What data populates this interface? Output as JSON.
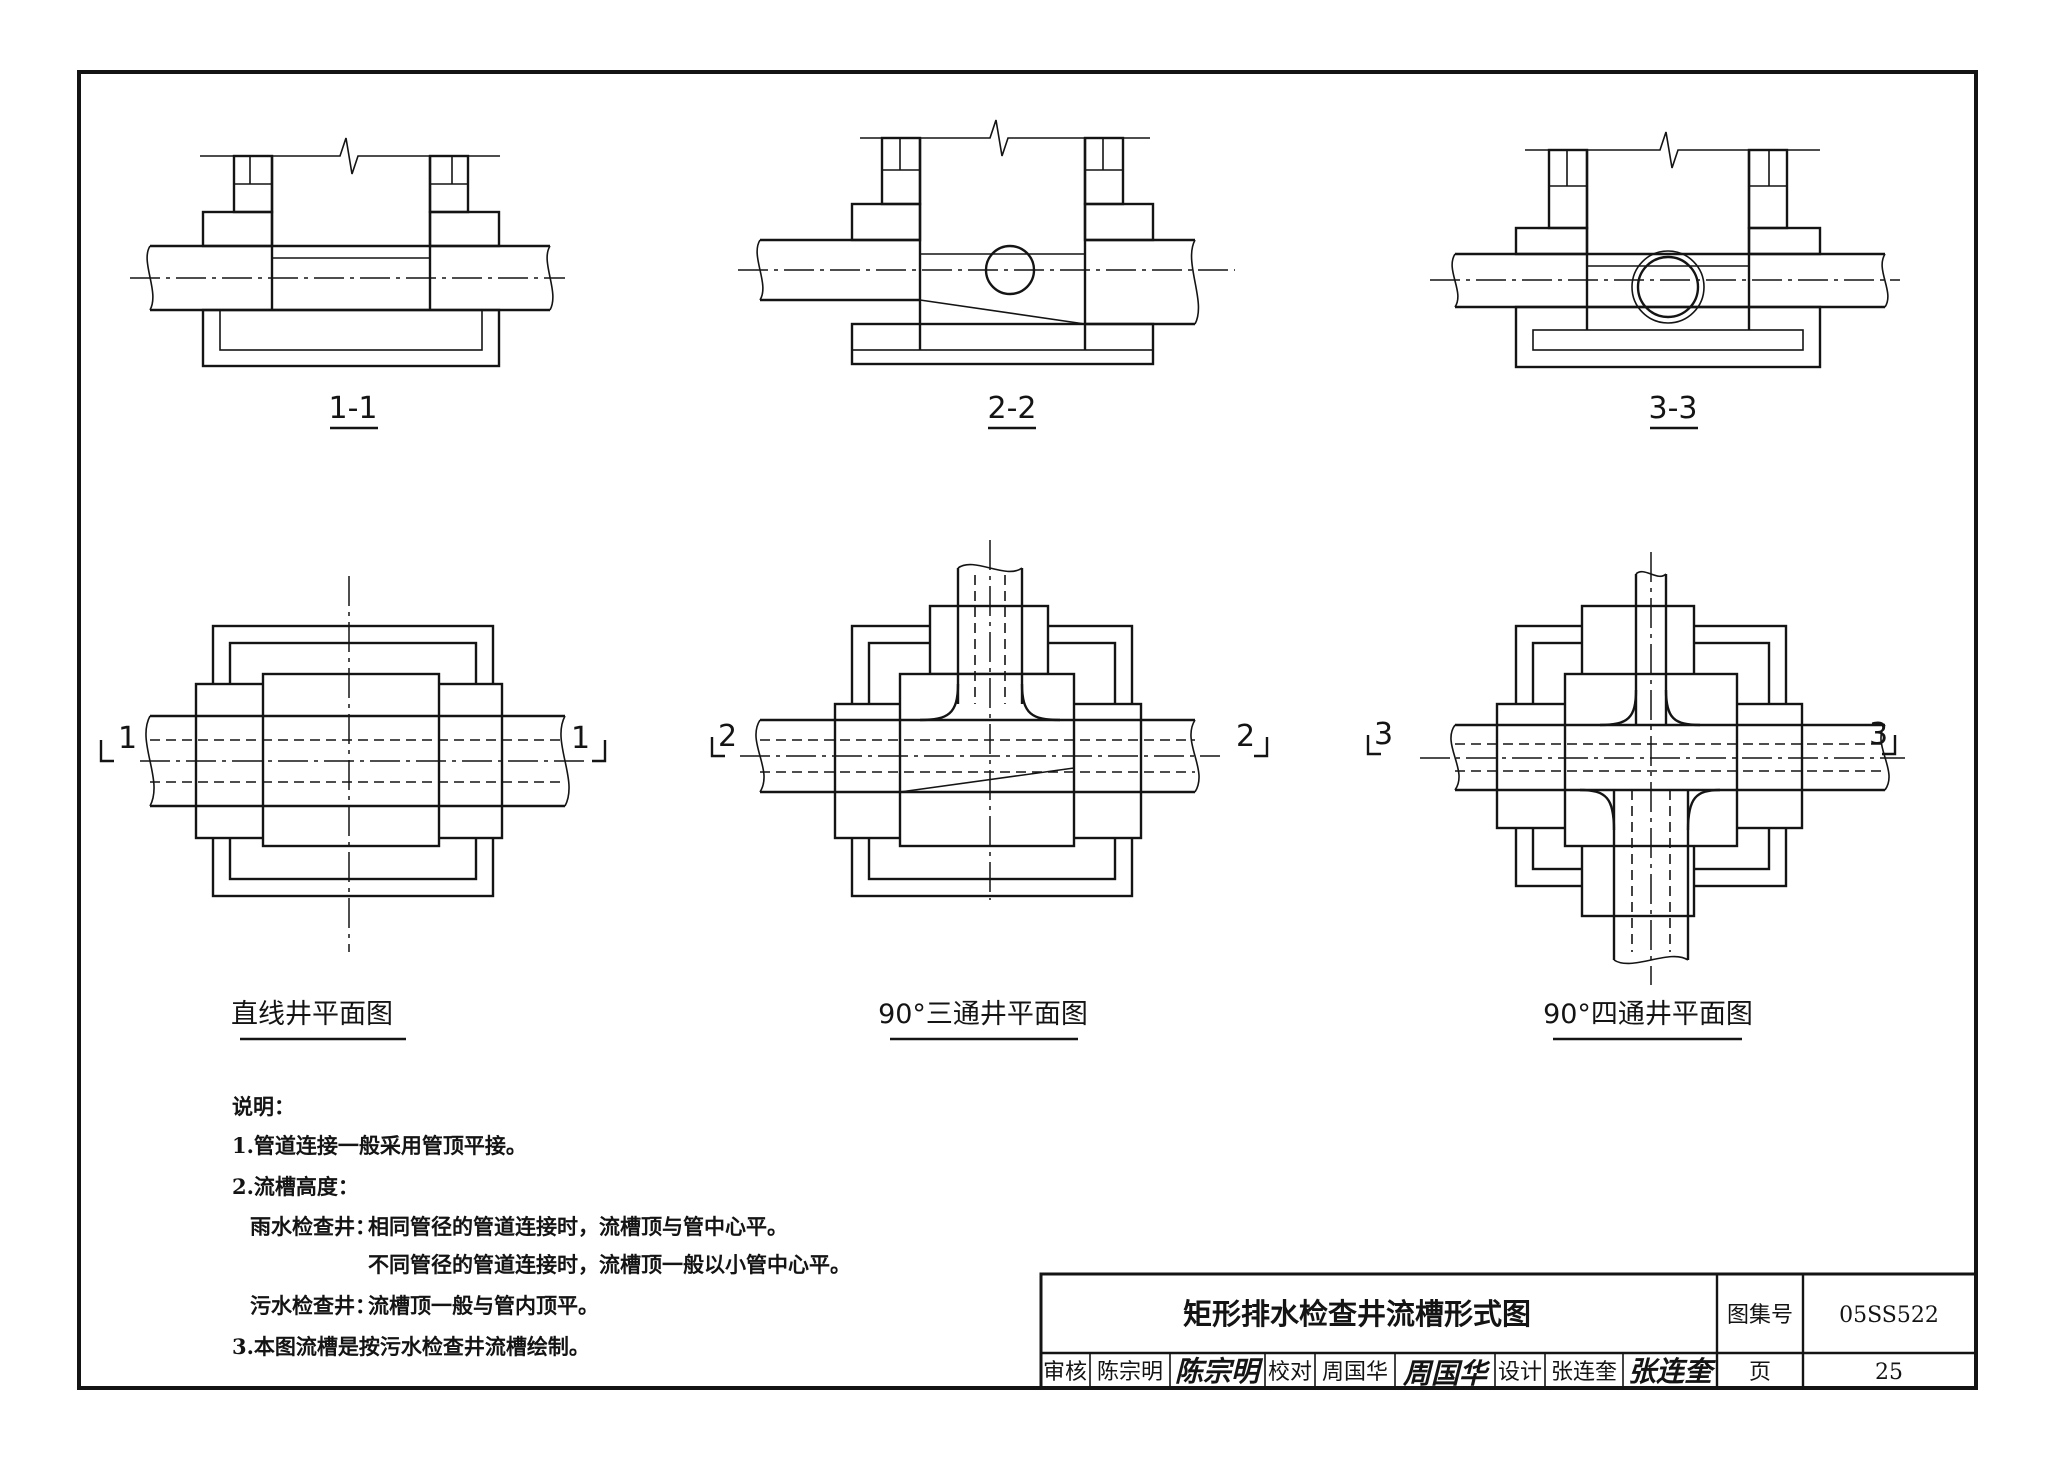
{
  "sections": {
    "s11": {
      "label": "1-1"
    },
    "s22": {
      "label": "2-2"
    },
    "s33": {
      "label": "3-3"
    }
  },
  "plans": {
    "straight": {
      "title": "直线井平面图",
      "mark": "1"
    },
    "tee": {
      "title": "90°三通井平面图",
      "mark": "2"
    },
    "cross": {
      "title": "90°四通井平面图",
      "mark": "3"
    }
  },
  "notes": {
    "heading": "说明：",
    "n1": "1.管道连接一般采用管顶平接。",
    "n2": "2.流槽高度：",
    "rain_label": "雨水检查井：",
    "rain_same": "相同管径的管道连接时，流槽顶与管中心平。",
    "rain_diff": "不同管径的管道连接时，流槽顶一般以小管中心平。",
    "sewage_label": "污水检查井：",
    "sewage_text": "流槽顶一般与管内顶平。",
    "n3": "3.本图流槽是按污水检查井流槽绘制。"
  },
  "title_block": {
    "title": "矩形排水检查井流槽形式图",
    "atlas_label": "图集号",
    "atlas_no": "05SS522",
    "page_label": "页",
    "page_no": "25",
    "review_label": "审核",
    "reviewer": "陈宗明",
    "reviewer_sign": "陈宗明",
    "check_label": "校对",
    "checker": "周国华",
    "checker_sign": "周国华",
    "design_label": "设计",
    "designer": "张连奎",
    "designer_sign": "张连奎"
  }
}
